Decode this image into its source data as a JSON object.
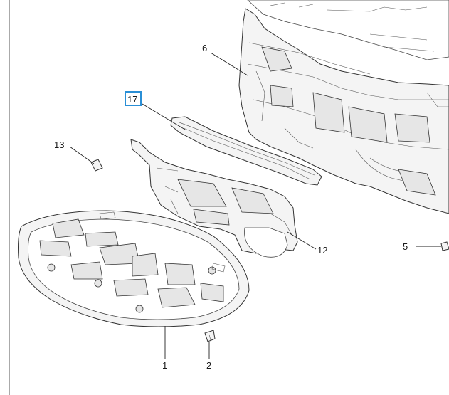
{
  "callouts": {
    "c1": "1",
    "c2": "2",
    "c5": "5",
    "c6": "6",
    "c12": "12",
    "c13": "13",
    "c17": "17"
  },
  "highlight_color": "#2a8fd6",
  "highlighted_callout": "17"
}
